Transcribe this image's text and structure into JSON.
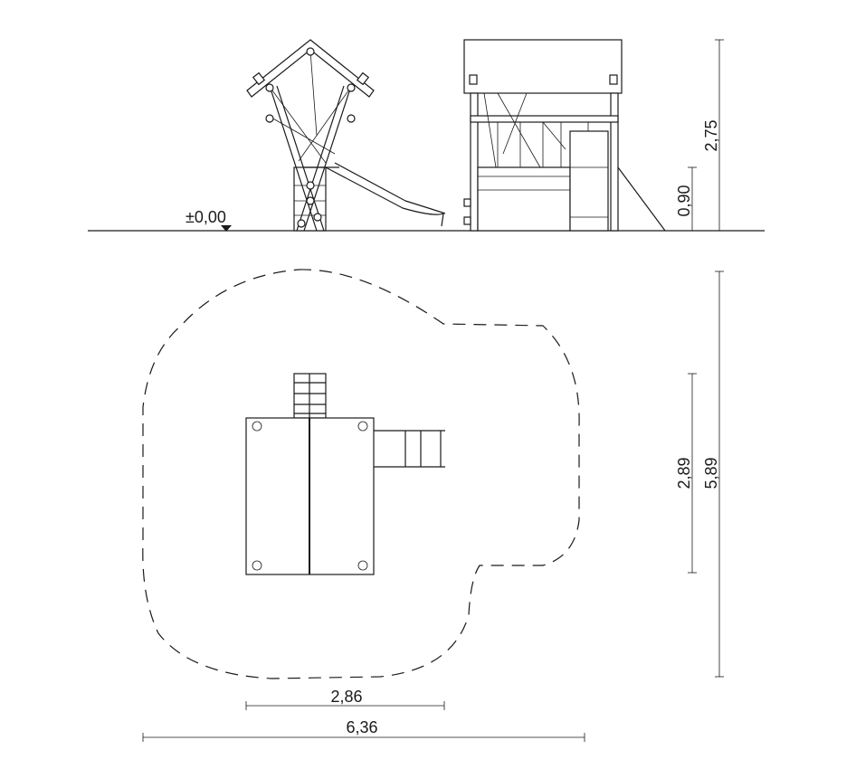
{
  "elevation": {
    "ground_level_label": "±0,00",
    "total_height_label": "2,75",
    "platform_height_label": "0,90"
  },
  "plan": {
    "equipment_depth_label": "2,89",
    "safety_zone_depth_label": "5,89",
    "equipment_width_label": "2,86",
    "safety_zone_width_label": "6,36"
  }
}
